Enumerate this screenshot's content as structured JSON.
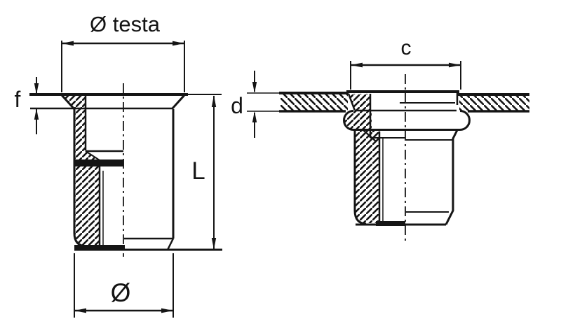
{
  "drawing": {
    "description": "Technical cross-section drawing of a blind rivet nut (threaded insert): free part on the left, installed in a sheet on the right",
    "colors": {
      "ink": "#151515",
      "paper": "#ffffff"
    },
    "left_view": {
      "name": "rivet nut half-section",
      "dims": {
        "head_diameter_label": "Ø testa",
        "head_thickness_label": "f",
        "length_label": "L",
        "body_diameter_label": "Ø"
      }
    },
    "right_view": {
      "name": "rivet nut installed in sheet",
      "dims": {
        "head_diameter_label": "c",
        "sheet_thickness_label": "d"
      }
    }
  }
}
